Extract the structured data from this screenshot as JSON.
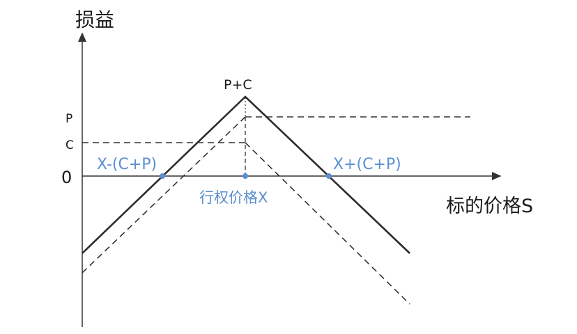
{
  "axes": {
    "y_title": "损益",
    "x_title": "标的价格S",
    "origin_label": "0"
  },
  "y_ticks": {
    "p_label": "P",
    "c_label": "C"
  },
  "annotations": {
    "peak_label": "P+C",
    "strike_label": "行权价格X",
    "left_breakeven_label": "X-(C+P)",
    "right_breakeven_label": "X+(C+P)"
  },
  "colors": {
    "line": "#2b2b2b",
    "dashed": "#333333",
    "accent": "#5b8fcf"
  }
}
